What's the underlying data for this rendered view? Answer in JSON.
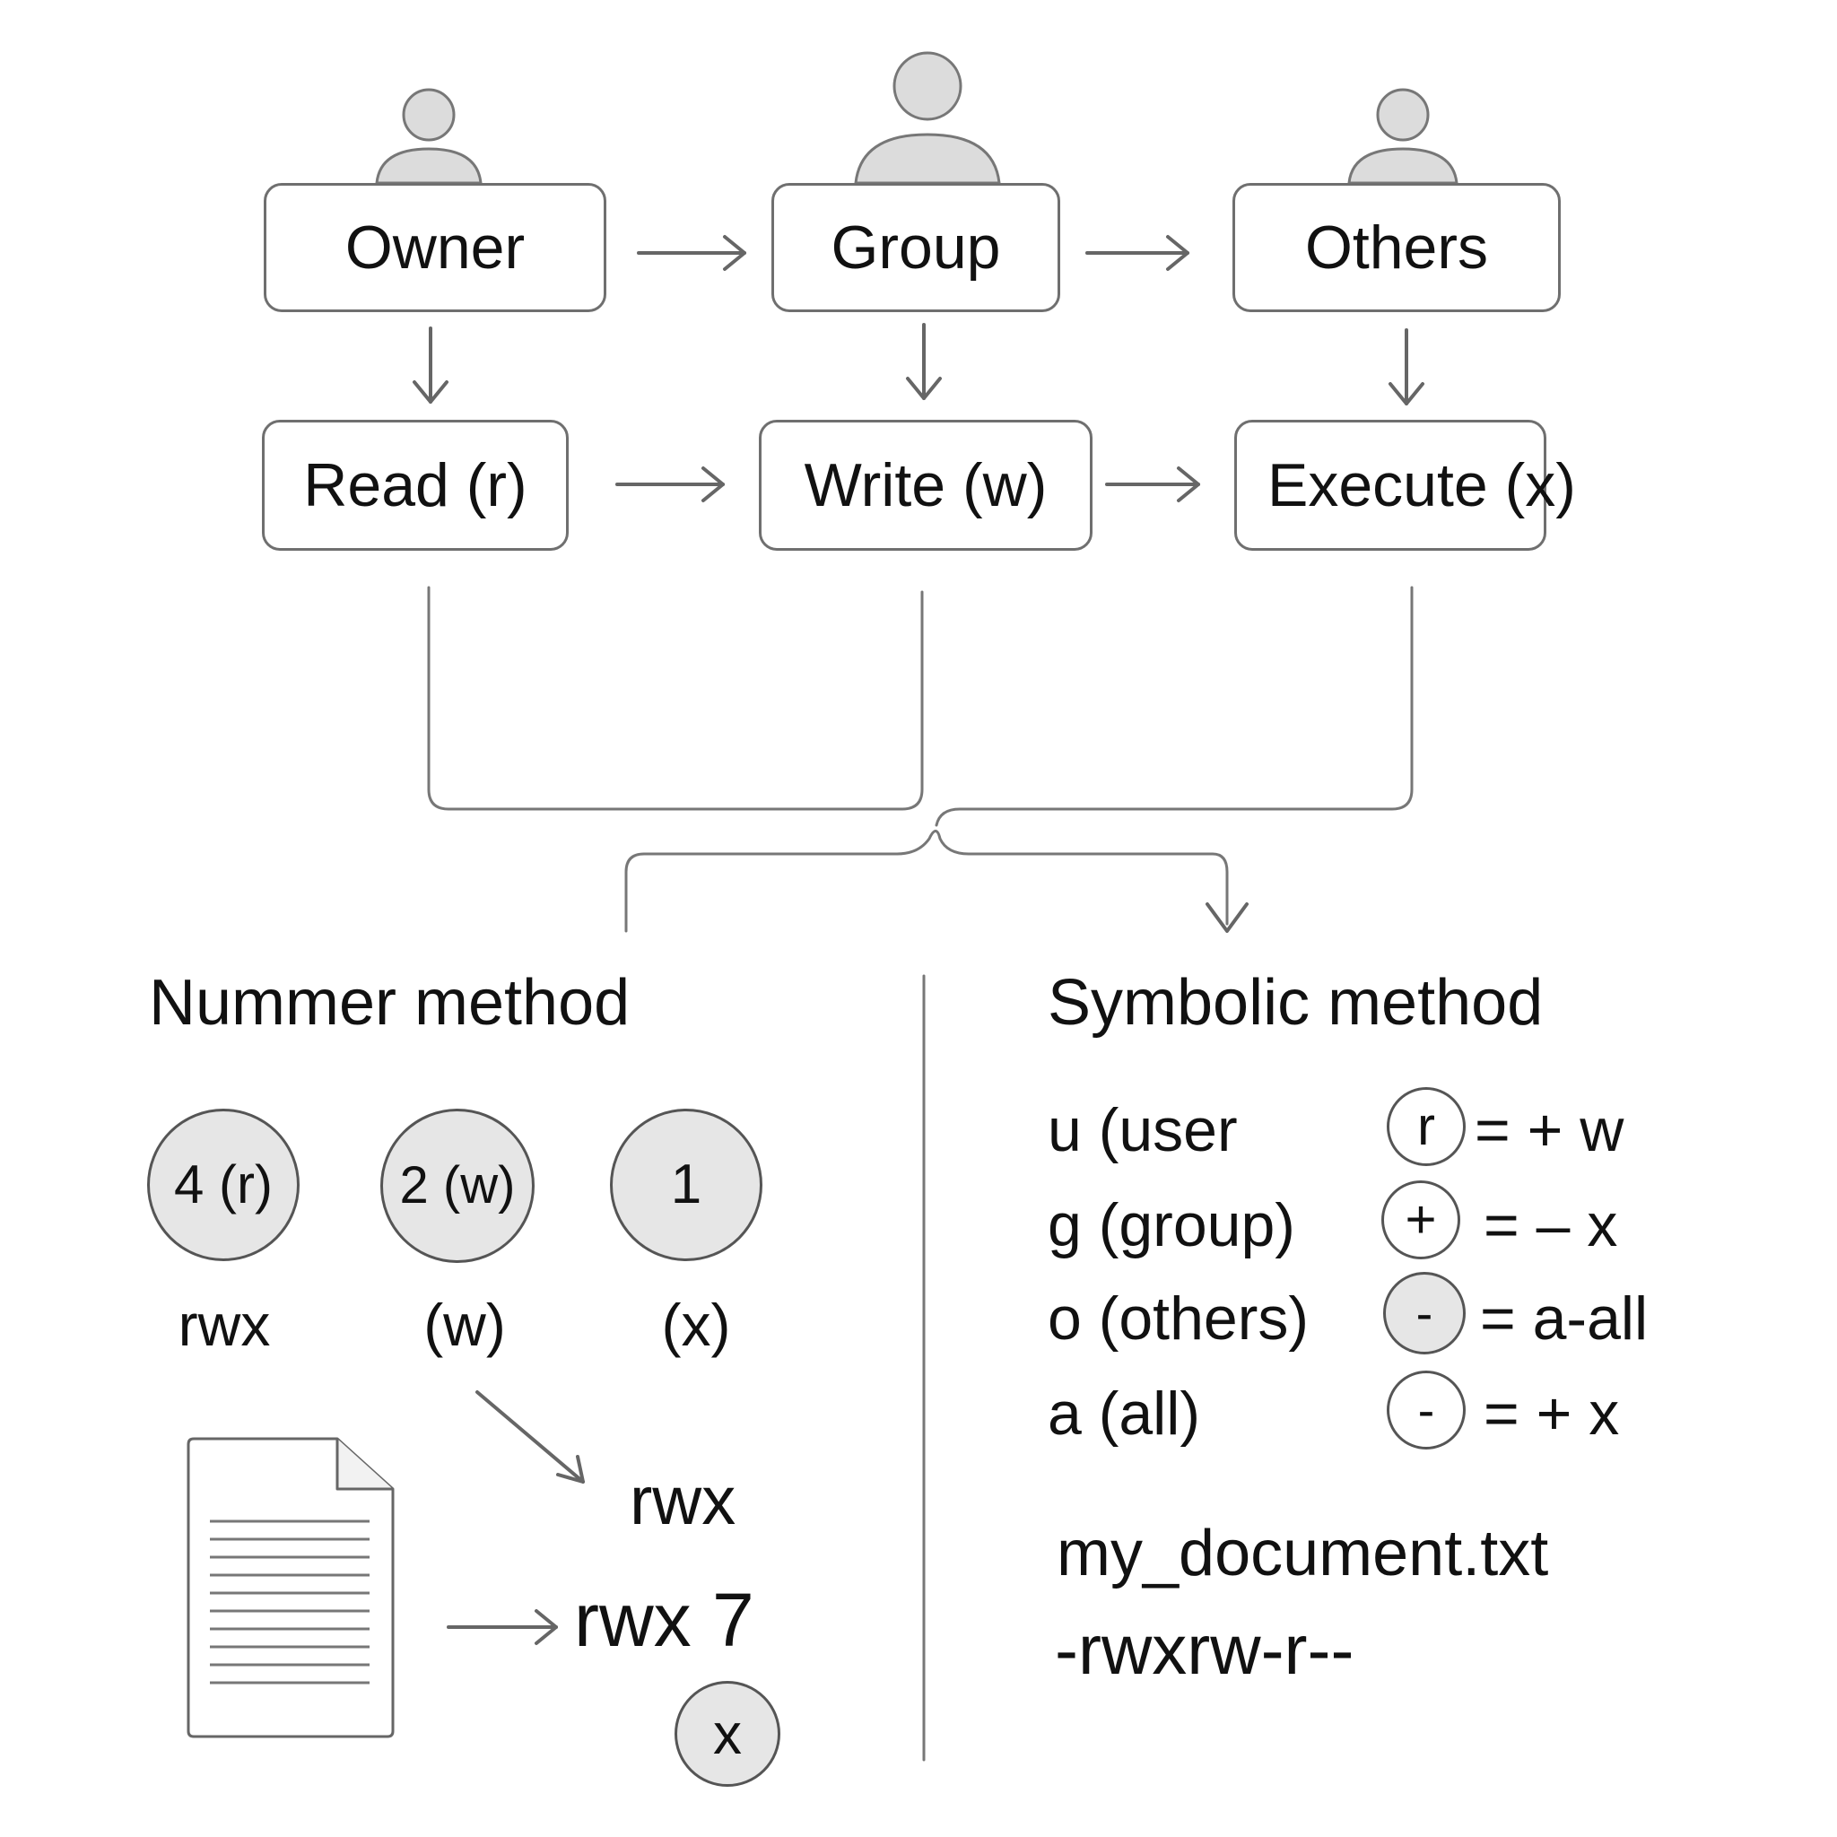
{
  "roles": [
    {
      "label": "Owner"
    },
    {
      "label": "Group"
    },
    {
      "label": "Others"
    }
  ],
  "permissions": [
    {
      "label": "Read (r)"
    },
    {
      "label": "Write (w)"
    },
    {
      "label": "Execute (x)"
    }
  ],
  "numeric": {
    "heading": "Nummer method",
    "circles": [
      {
        "value": "4 (r)",
        "label": "rwx"
      },
      {
        "value": "2 (w)",
        "label": "(w)"
      },
      {
        "value": "1",
        "label": "(x)"
      }
    ],
    "result_top": "rwx",
    "result_mid": "rwx 7",
    "result_circle": "x"
  },
  "symbolic": {
    "heading": "Symbolic method",
    "rows": [
      {
        "who": "u (user",
        "op": "r",
        "expr": "= + w"
      },
      {
        "who": "g (group)",
        "op": "+",
        "expr": "= – x"
      },
      {
        "who": "o (others)",
        "op": "-",
        "expr": "= a-all"
      },
      {
        "who": "a (all)",
        "op": "-",
        "expr": "= + x"
      }
    ],
    "filename": "my_document.txt",
    "perm_string": "-rwxrw-r--"
  }
}
